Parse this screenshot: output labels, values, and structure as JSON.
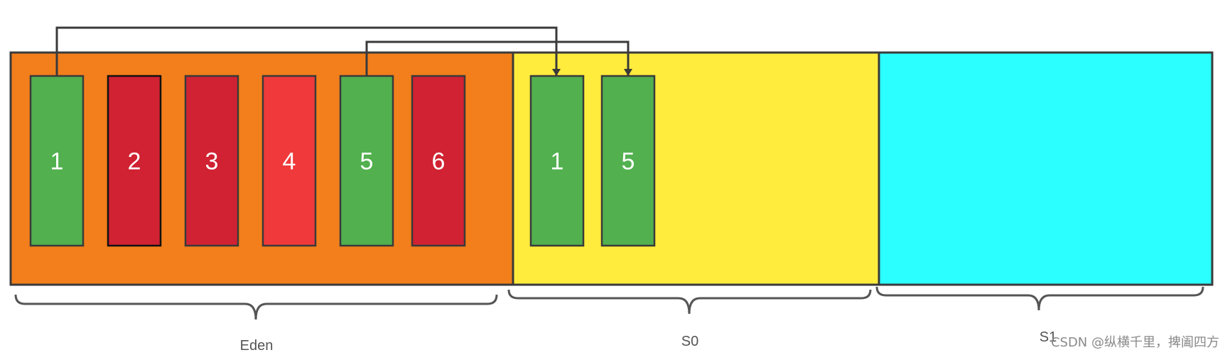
{
  "colors": {
    "eden": "#F27F1B",
    "s0": "#FFEC3D",
    "s1": "#2BFFFF",
    "live": "#52B04F",
    "dead": "#D02232",
    "dead_light": "#F0393A",
    "stroke": "#3a3a3a"
  },
  "regions": {
    "eden": {
      "label": "Eden"
    },
    "s0": {
      "label": "S0"
    },
    "s1": {
      "label": "S1"
    }
  },
  "eden_blocks": [
    {
      "label": "1",
      "status": "live"
    },
    {
      "label": "2",
      "status": "dead"
    },
    {
      "label": "3",
      "status": "dead"
    },
    {
      "label": "4",
      "status": "dead_light"
    },
    {
      "label": "5",
      "status": "live"
    },
    {
      "label": "6",
      "status": "dead"
    }
  ],
  "s0_blocks": [
    {
      "label": "1",
      "status": "live"
    },
    {
      "label": "5",
      "status": "live"
    }
  ],
  "arrows": [
    {
      "from": "eden-1",
      "to": "s0-1"
    },
    {
      "from": "eden-5",
      "to": "s0-5"
    }
  ],
  "watermark": "CSDN @纵横千里，捭阖四方"
}
